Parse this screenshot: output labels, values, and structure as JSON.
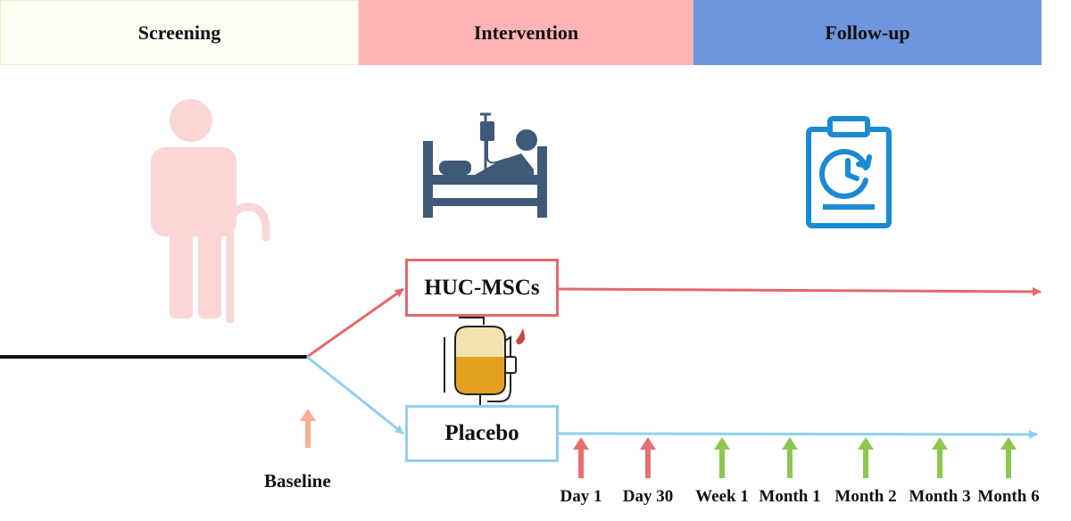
{
  "phases": {
    "screening": "Screening",
    "intervention": "Intervention",
    "followup": "Follow-up"
  },
  "arms": {
    "treatment": "HUC-MSCs",
    "control": "Placebo"
  },
  "baseline_label": "Baseline",
  "timepoints": [
    "Day 1",
    "Day 30",
    "Week 1",
    "Month 1",
    "Month 2",
    "Month 3",
    "Month 6"
  ],
  "colors": {
    "screening_bg": "#fefef5",
    "intervention_bg": "#feb4b5",
    "followup_bg": "#6f95dc",
    "treatment_line": "#e4686e",
    "control_line": "#8fd0ee",
    "baseline_arrow": "#f6b090",
    "intervention_arrow": "#ea6f73",
    "followup_arrow": "#8cc74f",
    "elder_icon": "#fad6d6",
    "patient_icon": "#3f5a78",
    "clipboard_icon": "#1a8ad4"
  },
  "icons": {
    "screening": "elderly-person-with-cane-icon",
    "intervention": "patient-in-hospital-bed-icon",
    "followup": "clipboard-history-icon",
    "infusion": "iv-infusion-bag-icon"
  }
}
